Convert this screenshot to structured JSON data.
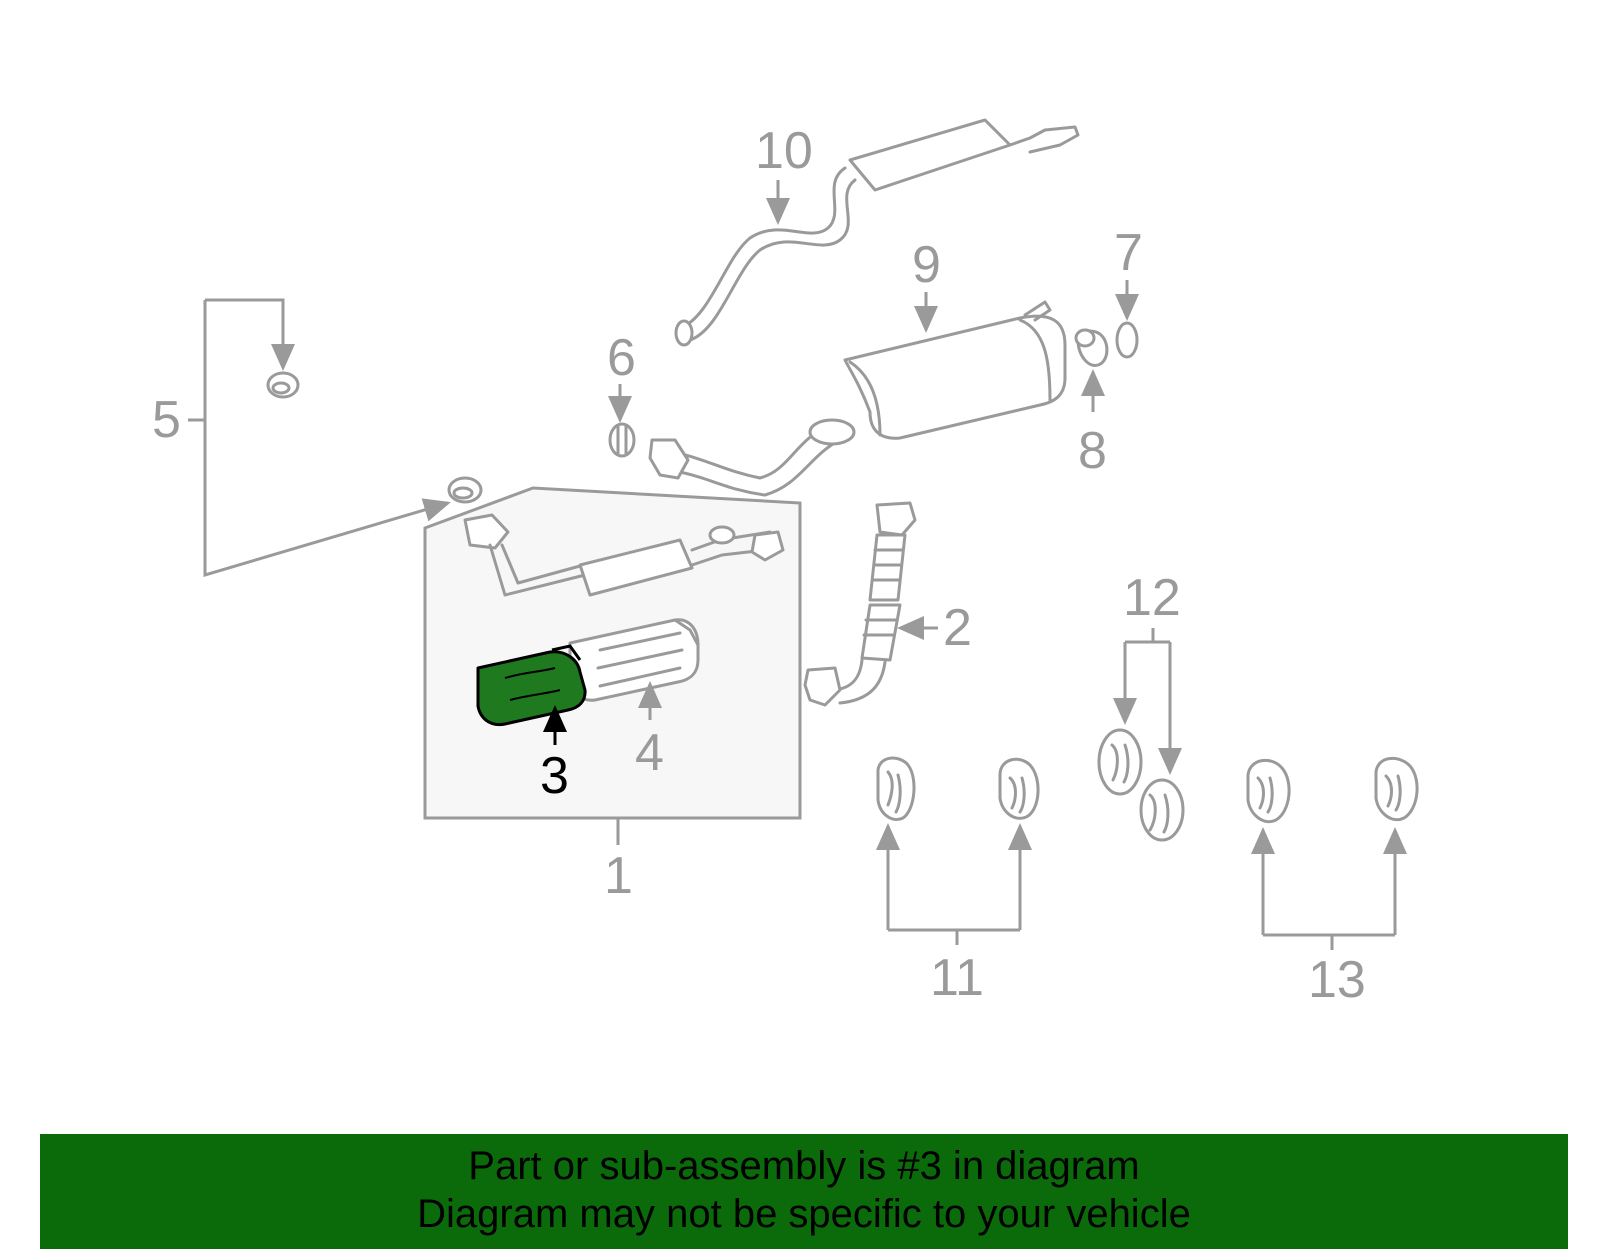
{
  "callouts": {
    "c1": "1",
    "c2": "2",
    "c3": "3",
    "c4": "4",
    "c5": "5",
    "c6": "6",
    "c7": "7",
    "c8": "8",
    "c9": "9",
    "c10": "10",
    "c11": "11",
    "c12": "12",
    "c13": "13"
  },
  "highlighted_part": "3",
  "colors": {
    "line": "#9a9a9a",
    "highlight_fill": "#1f7a1f",
    "banner_bg": "#0b6b0b",
    "group_box_fill": "#f7f7f7"
  },
  "banner": {
    "line1": "Part or sub-assembly is #3 in diagram",
    "line2": "Diagram may not be specific to your vehicle"
  }
}
